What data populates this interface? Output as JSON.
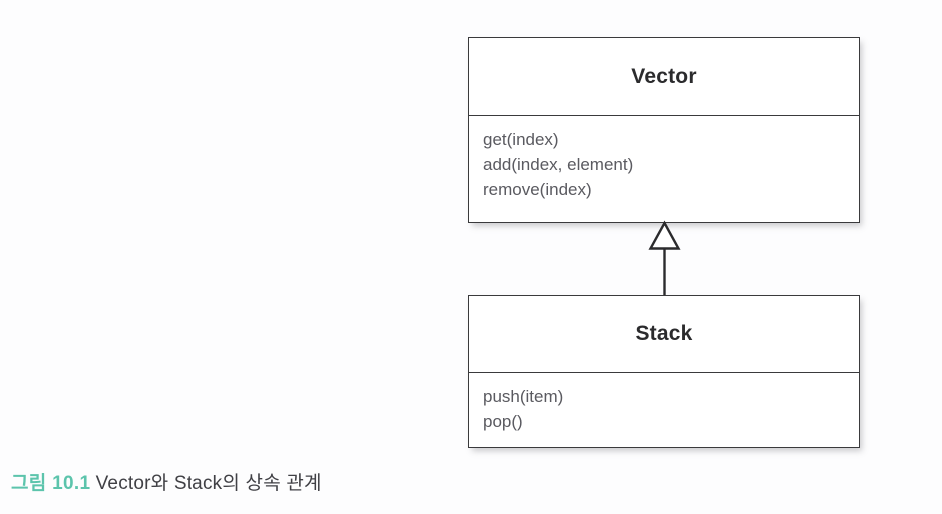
{
  "diagram": {
    "type": "uml-class-diagram",
    "background_color": "#fdfdfe",
    "classes": [
      {
        "id": "vector",
        "name": "Vector",
        "members": [
          "get(index)",
          "add(index, element)",
          "remove(index)"
        ]
      },
      {
        "id": "stack",
        "name": "Stack",
        "members": [
          "push(item)",
          "pop()"
        ]
      }
    ],
    "relationship": {
      "kind": "generalization",
      "arrow": "hollow-triangle",
      "from": "Stack",
      "to": "Vector",
      "line_color": "#2b2b2d"
    }
  },
  "caption": {
    "label": "그림 10.1",
    "label_color": "#5cc4ac",
    "text": "Vector와 Stack의 상속 관계"
  }
}
